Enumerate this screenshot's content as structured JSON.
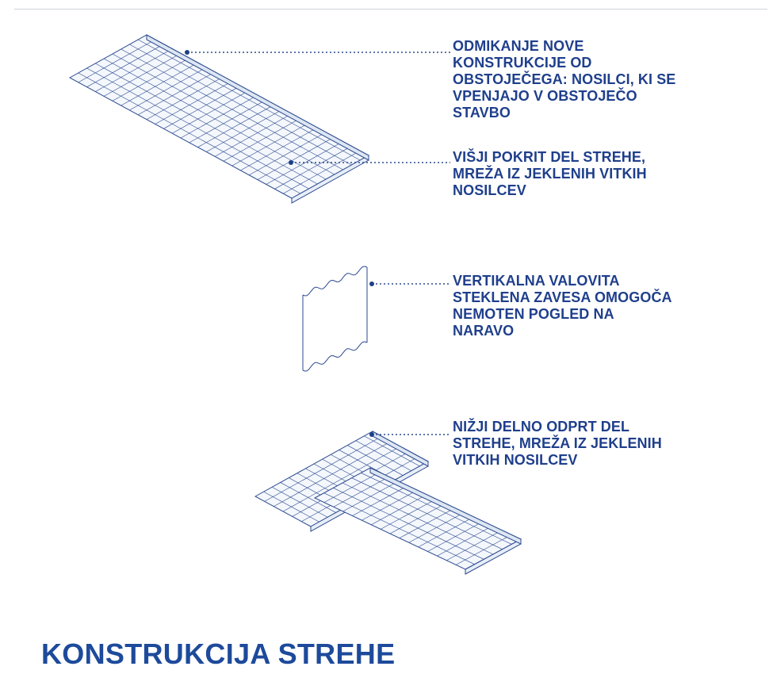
{
  "callouts": [
    {
      "text": "ODMIKANJE NOVE\nKONSTRUKCIJE OD\nOBSTOJEČEGA: NOSILCI, KI SE\nVPENJAJO V OBSTOJEČO\nSTAVBO"
    },
    {
      "text": "VIŠJI POKRIT DEL STREHE,\nMREŽA IZ JEKLENIH VITKIH\nNOSILCEV"
    },
    {
      "text": "VERTIKALNA VALOVITA\nSTEKLENA ZAVESA OMOGOČA\nNEMOTEN POGLED NA\nNARAVO"
    },
    {
      "text": "NIŽJI DELNO ODPRT DEL\nSTREHE, MREŽA IZ JEKLENIH\nVITKIH NOSILCEV"
    }
  ],
  "title": "KONSTRUKCIJA STREHE",
  "colors": {
    "text": "#1f3f8c",
    "title": "#1d4a9b",
    "line": "#2b4a8f",
    "dot": "#1d3f86"
  }
}
